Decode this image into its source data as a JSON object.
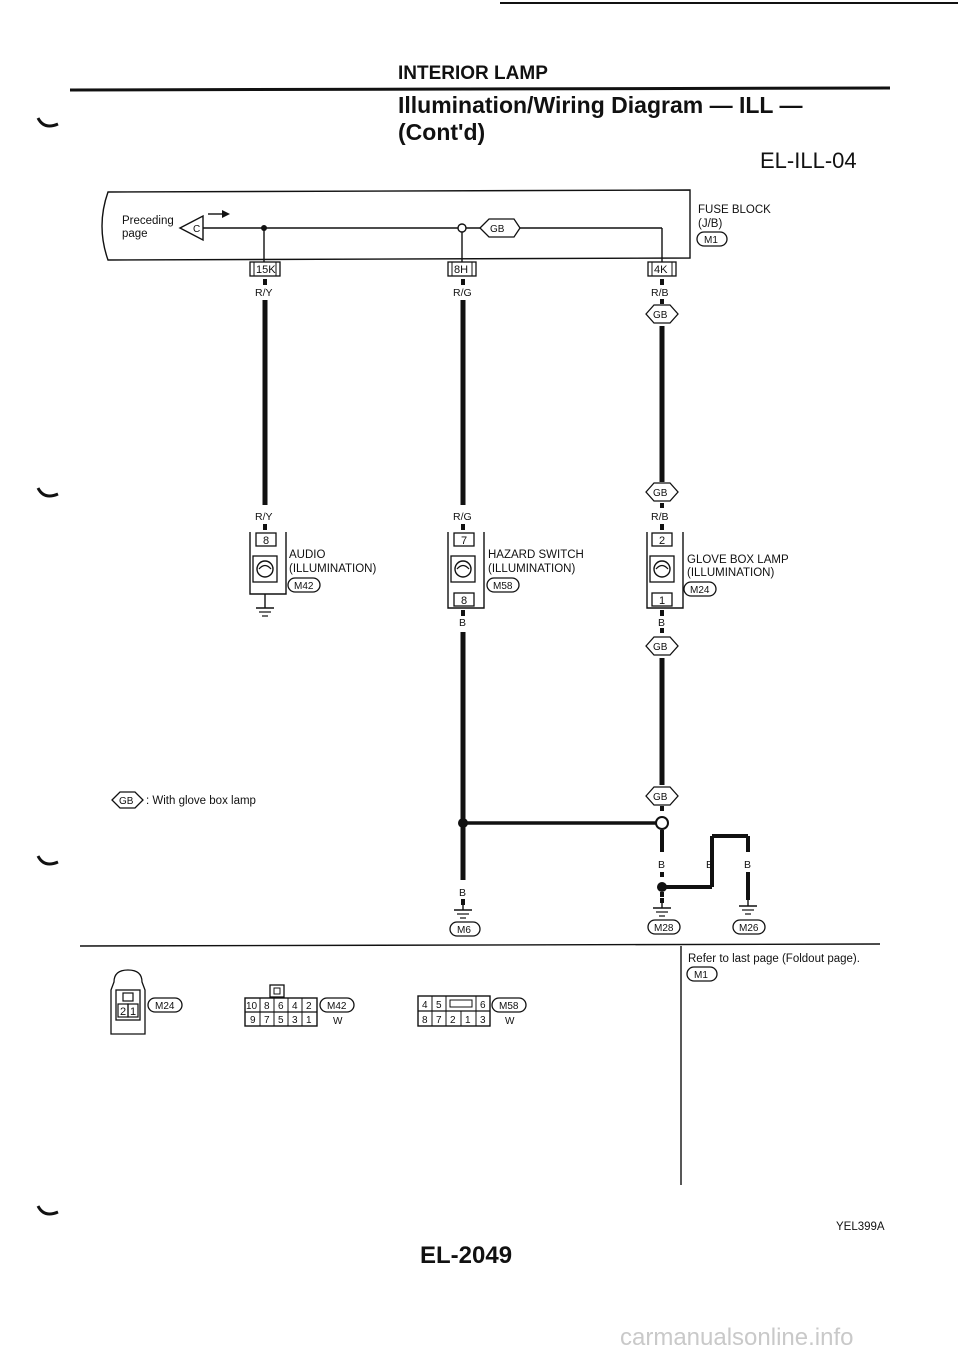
{
  "header": {
    "section_title": "INTERIOR LAMP",
    "diagram_title_line1": "Illumination/Wiring Diagram — ILL —",
    "diagram_title_line2": "(Cont'd)",
    "diagram_code": "EL-ILL-04"
  },
  "fuse_block": {
    "name": "FUSE BLOCK",
    "sub": "(J/B)",
    "connector": "M1",
    "preceding_line1": "Preceding",
    "preceding_line2": "page",
    "preceding_ref": "C",
    "gb_tag": "GB",
    "terminals": [
      "15K",
      "8H",
      "4K"
    ]
  },
  "wire_colors": {
    "ry": "R/Y",
    "rg": "R/G",
    "rb": "R/B",
    "b": "B",
    "w": "W"
  },
  "components": [
    {
      "name_line1": "AUDIO",
      "name_line2": "(ILLUMINATION)",
      "connector": "M42",
      "pin_in": "8"
    },
    {
      "name_line1": "HAZARD SWITCH",
      "name_line2": "(ILLUMINATION)",
      "connector": "M58",
      "pin_in": "7",
      "pin_out": "8"
    },
    {
      "name_line1": "GLOVE BOX LAMP",
      "name_line2": "(ILLUMINATION)",
      "connector": "M24",
      "pin_in": "2",
      "pin_out": "1"
    }
  ],
  "grounds": [
    "M6",
    "M28",
    "M26"
  ],
  "legend": {
    "tag": "GB",
    "text": ": With glove box lamp"
  },
  "refer": {
    "text": "Refer to last page (Foldout page).",
    "connector": "M1"
  },
  "connector_views": {
    "m24": {
      "id": "M24",
      "pins": [
        "2",
        "1"
      ]
    },
    "m42": {
      "id": "M42",
      "top_row": [
        "10",
        "8",
        "6",
        "4",
        "2"
      ],
      "bottom_row": [
        "9",
        "7",
        "5",
        "3",
        "1"
      ],
      "color": "W"
    },
    "m58": {
      "id": "M58",
      "top_row": [
        "4",
        "5",
        "6"
      ],
      "bottom_row": [
        "8",
        "7",
        "2",
        "1",
        "3"
      ],
      "color": "W"
    }
  },
  "footer": {
    "image_code": "YEL399A",
    "page_number": "EL-2049",
    "watermark": "carmanualsonline.info"
  }
}
